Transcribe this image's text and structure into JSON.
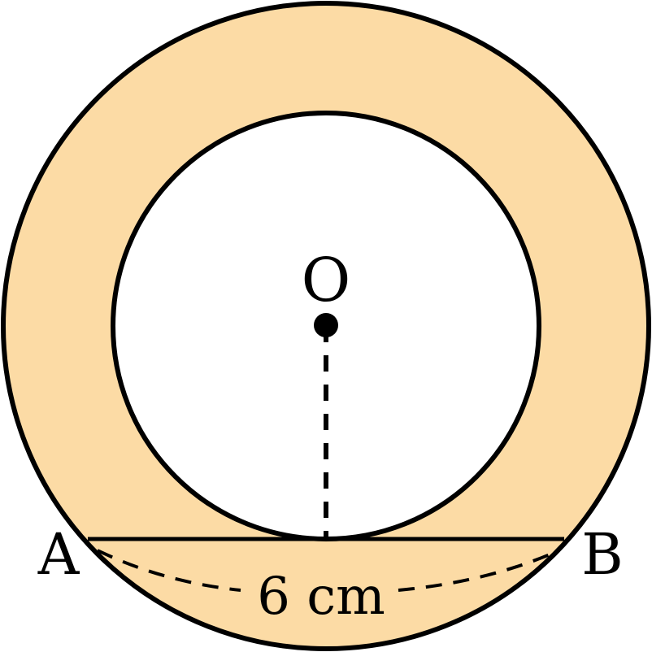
{
  "labels": {
    "center": "O",
    "point_a": "A",
    "point_b": "B",
    "chord_length": "6 cm"
  },
  "colors": {
    "annulus_fill": "#FCDBA5",
    "inner_fill": "#FFFFFF",
    "stroke": "#000000"
  }
}
